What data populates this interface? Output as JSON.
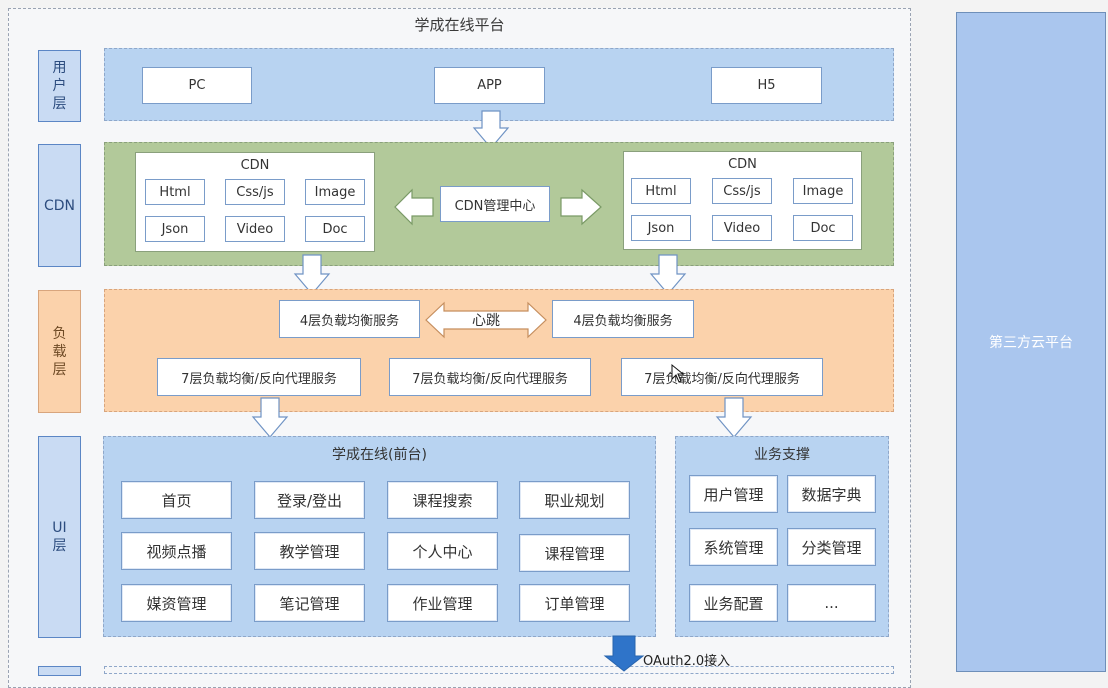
{
  "diagram": {
    "title": "学成在线平台",
    "third_party": "第三方云平台",
    "layers": {
      "user": [
        "用",
        "户",
        "层"
      ],
      "cdn": [
        "CDN"
      ],
      "lb": [
        "负",
        "载",
        "层"
      ],
      "ui": [
        "UI",
        "层"
      ]
    },
    "user_layer": {
      "pc": "PC",
      "app": "APP",
      "h5": "H5"
    },
    "cdn_layer": {
      "left": {
        "title": "CDN",
        "items": [
          "Html",
          "Css/js",
          "Image",
          "Json",
          "Video",
          "Doc"
        ]
      },
      "center": "CDN管理中心",
      "right": {
        "title": "CDN",
        "items": [
          "Html",
          "Css/js",
          "Image",
          "Json",
          "Video",
          "Doc"
        ]
      }
    },
    "lb_layer": {
      "l4_left": "4层负载均衡服务",
      "heartbeat": "心跳",
      "l4_right": "4层负载均衡服务",
      "l7": [
        "7层负载均衡/反向代理服务",
        "7层负载均衡/反向代理服务",
        "7层负载均衡/反向代理服务"
      ]
    },
    "ui_layer": {
      "frontend_title": "学成在线(前台)",
      "frontend_items": [
        "首页",
        "登录/登出",
        "课程搜索",
        "职业规划",
        "视频点播",
        "教学管理",
        "个人中心",
        "课程管理",
        "媒资管理",
        "笔记管理",
        "作业管理",
        "订单管理"
      ],
      "support_title": "业务支撑",
      "support_items": [
        "用户管理",
        "数据字典",
        "系统管理",
        "分类管理",
        "业务配置",
        "..."
      ]
    },
    "oauth": "OAuth2.0接入"
  }
}
